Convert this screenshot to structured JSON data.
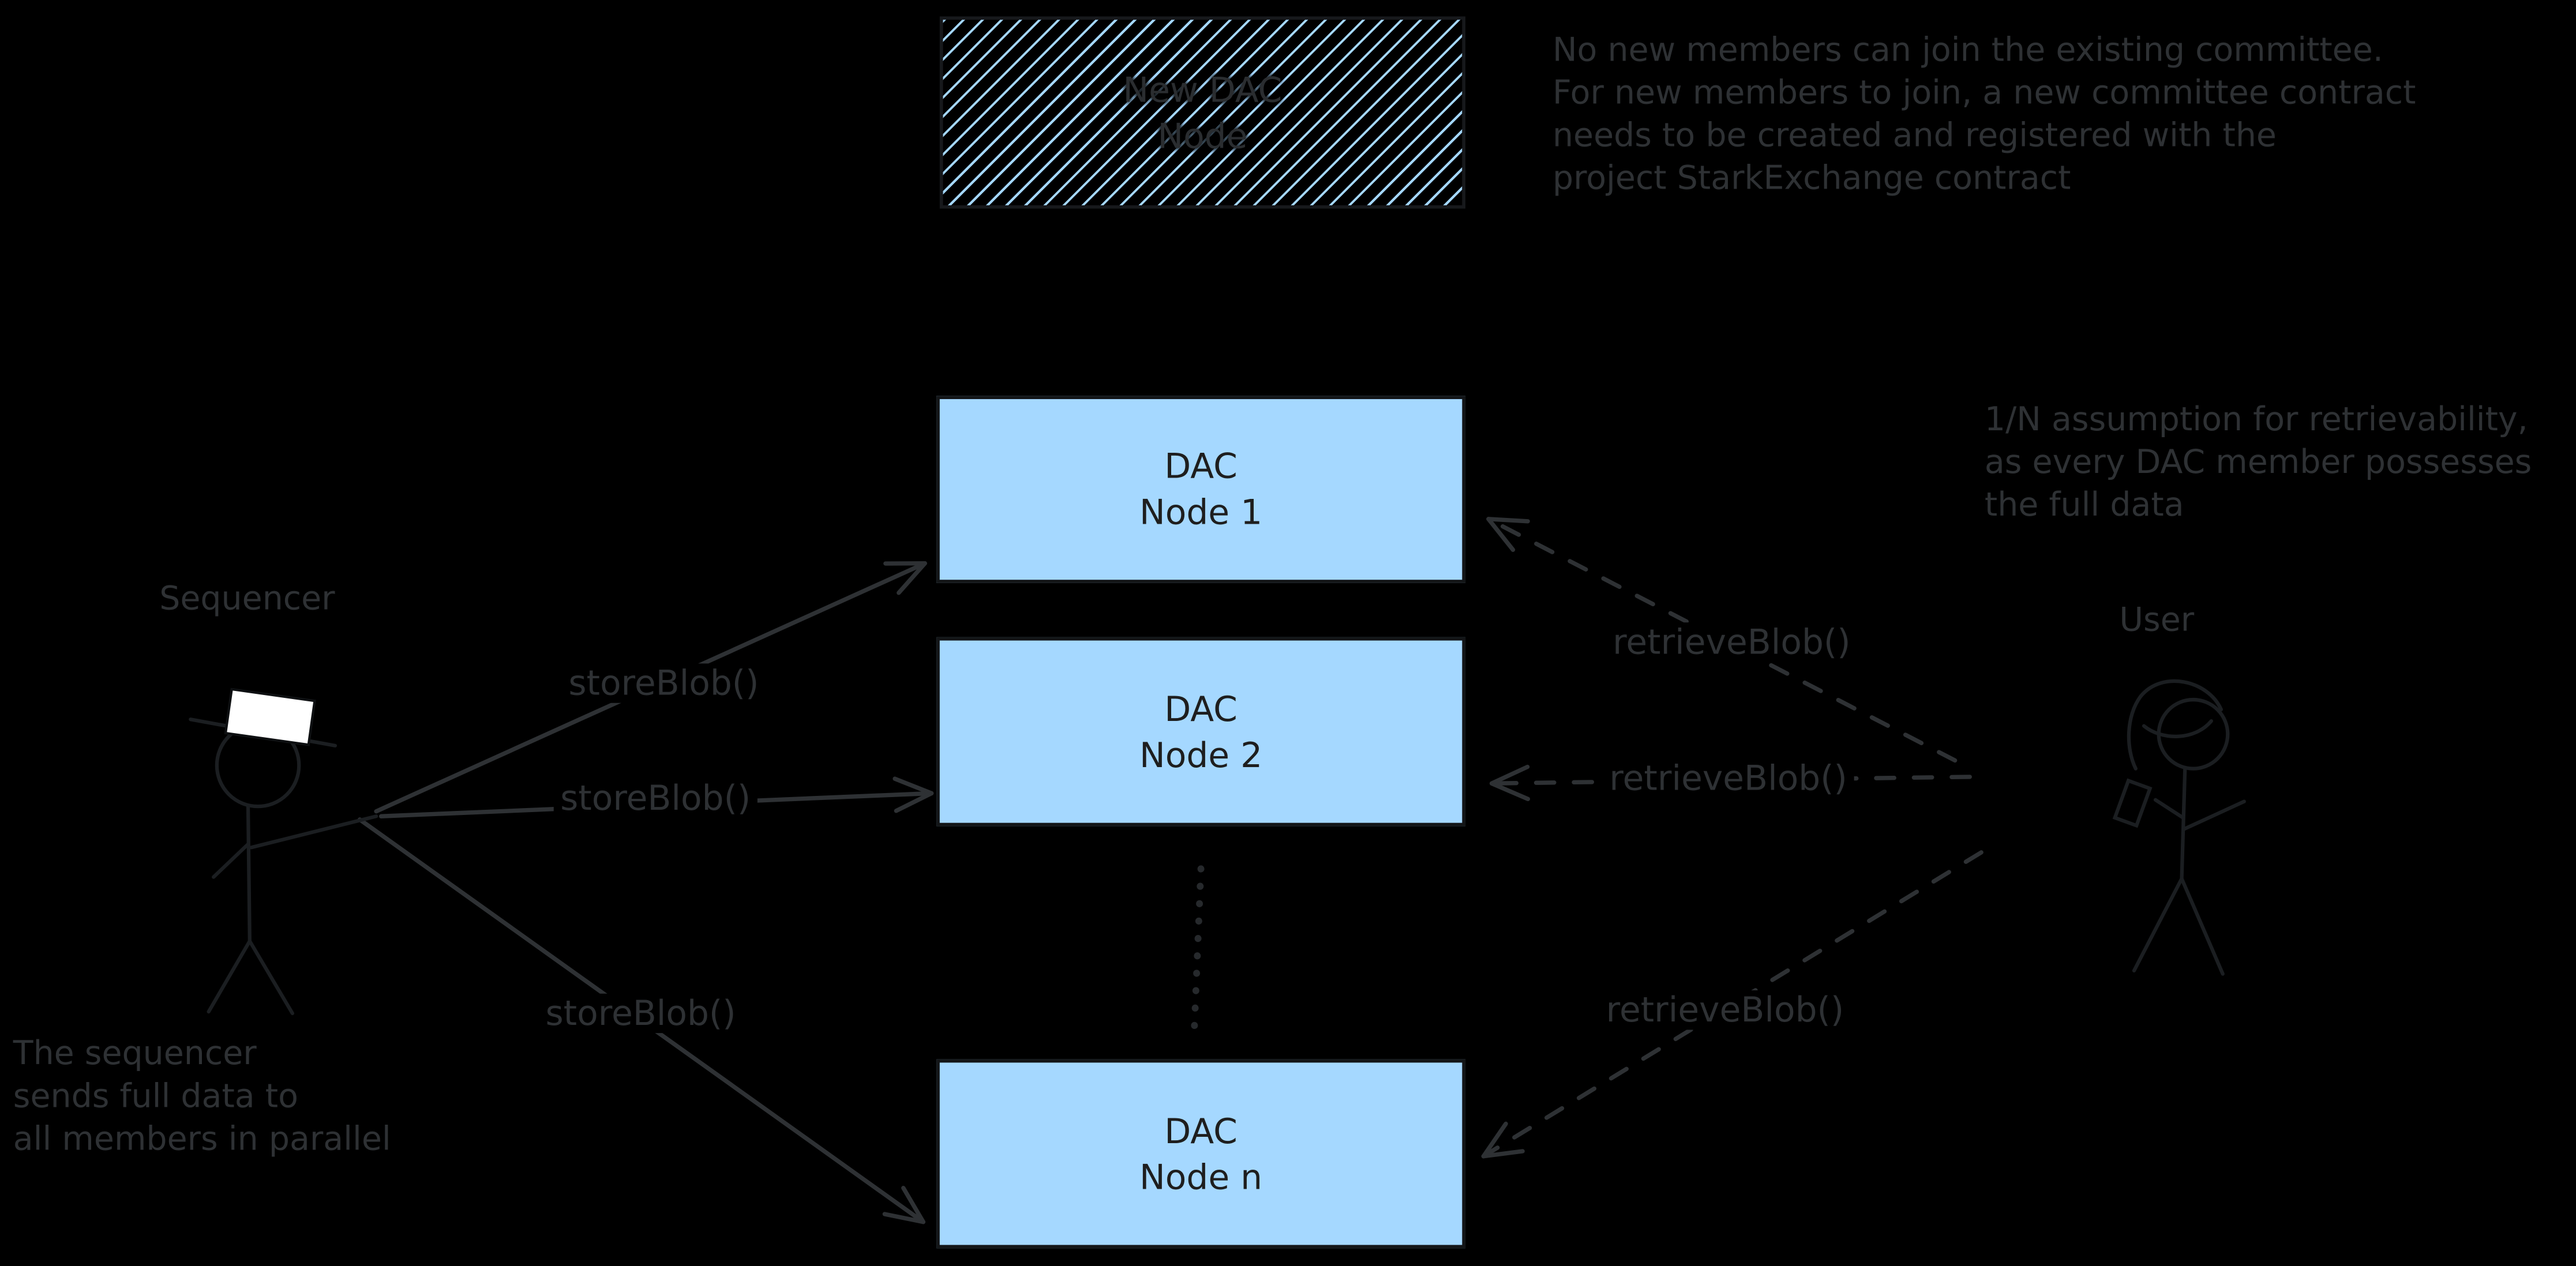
{
  "colors": {
    "background": "#000000",
    "node_fill": "#a5d8ff",
    "hatch_stripe": "#a5d8ff",
    "node_text": "#1e1e1e",
    "annotation_text": "#2e3134",
    "arrow_stroke": "#2e3134",
    "figure_stroke": "#1b1e21",
    "hat_fill": "#ffffff"
  },
  "boxes": {
    "new_dac_node": {
      "label": "New DAC\nNode"
    },
    "node1": {
      "label": "DAC\nNode 1"
    },
    "node2": {
      "label": "DAC\nNode 2"
    },
    "node_n": {
      "label": "DAC\nNode n"
    }
  },
  "actors": {
    "sequencer": {
      "label": "Sequencer",
      "figure": "stick-person-with-white-hat"
    },
    "user": {
      "label": "User",
      "figure": "stick-person"
    }
  },
  "edge_labels": {
    "store_blob": [
      "storeBlob()",
      "storeBlob()",
      "storeBlob()"
    ],
    "retrieve_blob": [
      "retrieveBlob()",
      "retrieveBlob()",
      "retrieveBlob()"
    ]
  },
  "notes": {
    "committee": "No new members can join the existing committee.\nFor new members to join, a new committee contract\nneeds to be created and registered with the\nproject StarkExchange contract",
    "retrievability": "1/N assumption for retrievability,\nas every DAC member possesses\nthe full data",
    "sequencer_broadcast": "The sequencer\nsends full data to\nall members in parallel"
  }
}
